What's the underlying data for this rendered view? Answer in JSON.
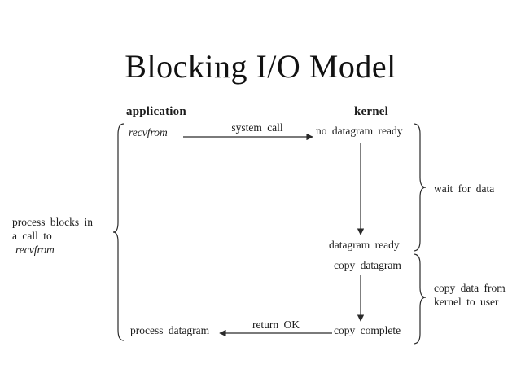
{
  "slide": {
    "title": "Blocking I/O Model"
  },
  "headers": {
    "application": "application",
    "kernel": "kernel"
  },
  "labels": {
    "recvfrom": "recvfrom",
    "system_call": "system call",
    "no_datagram_ready": "no datagram ready",
    "wait_for_data": "wait for data",
    "datagram_ready": "datagram ready",
    "copy_datagram": "copy datagram",
    "copy_data_from": "copy data from",
    "kernel_to_user": "kernel to user",
    "process_blocks_line1": "process blocks in",
    "process_blocks_line2_text": "a call to",
    "process_blocks_line2_italic": "recvfrom",
    "process_datagram": "process datagram",
    "return_ok": "return OK",
    "copy_complete": "copy complete"
  },
  "colors": {
    "ink": "#1c1c1c",
    "background": "#ffffff"
  }
}
